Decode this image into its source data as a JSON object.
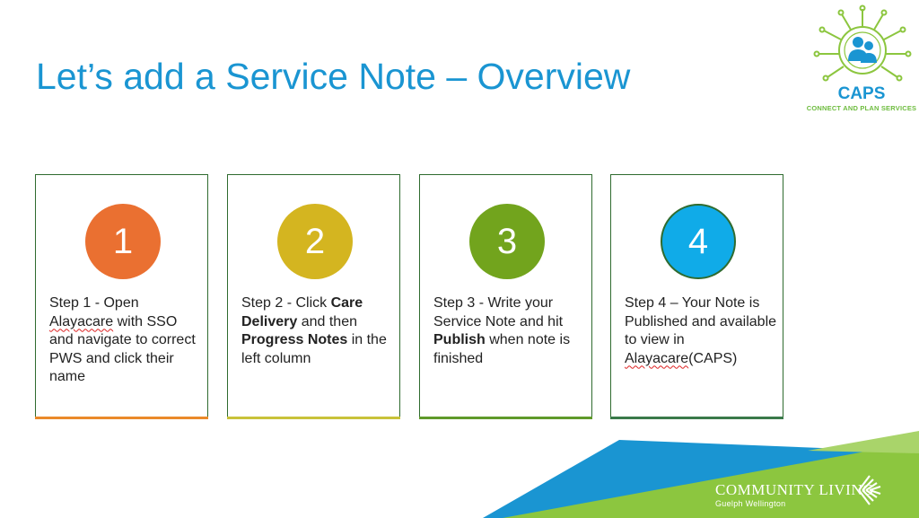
{
  "slide": {
    "title": "Let’s add a Service Note – Overview"
  },
  "logo": {
    "caps_title": "CAPS",
    "caps_subtitle": "CONNECT AND PLAN SERVICES"
  },
  "steps": [
    {
      "number": "1",
      "color": "#ea7031",
      "bar_color": "#ea8a2a",
      "parts": [
        {
          "t": "Step 1 - Open "
        },
        {
          "t": "Alayacare",
          "sq": true
        },
        {
          "t": " with SSO and navigate to correct PWS and click their name"
        }
      ]
    },
    {
      "number": "2",
      "color": "#d4b520",
      "bar_color": "#c9c23a",
      "parts": [
        {
          "t": "Step 2 - Click "
        },
        {
          "t": "Care Delivery",
          "b": true
        },
        {
          "t": " and then "
        },
        {
          "t": "Progress Notes",
          "b": true
        },
        {
          "t": " in the left column"
        }
      ]
    },
    {
      "number": "3",
      "color": "#72a41d",
      "bar_color": "#5f9a2a",
      "parts": [
        {
          "t": "Step 3 - Write your Service Note and hit "
        },
        {
          "t": "Publish",
          "b": true
        },
        {
          "t": " when note is finished"
        }
      ]
    },
    {
      "number": "4",
      "color": "#10abe8",
      "bar_color": "#3a7a4a",
      "border": "#2f6b2f",
      "parts": [
        {
          "t": "Step 4 – Your Note is Published and available to view in "
        },
        {
          "t": "Alayacare",
          "sq": true
        },
        {
          "t": "(CAPS)"
        }
      ]
    }
  ],
  "footer": {
    "org_name": "COMMUNITY LIVING",
    "org_sub": "Guelph Wellington",
    "green": "#8cc63f",
    "blue": "#1a95d2"
  }
}
